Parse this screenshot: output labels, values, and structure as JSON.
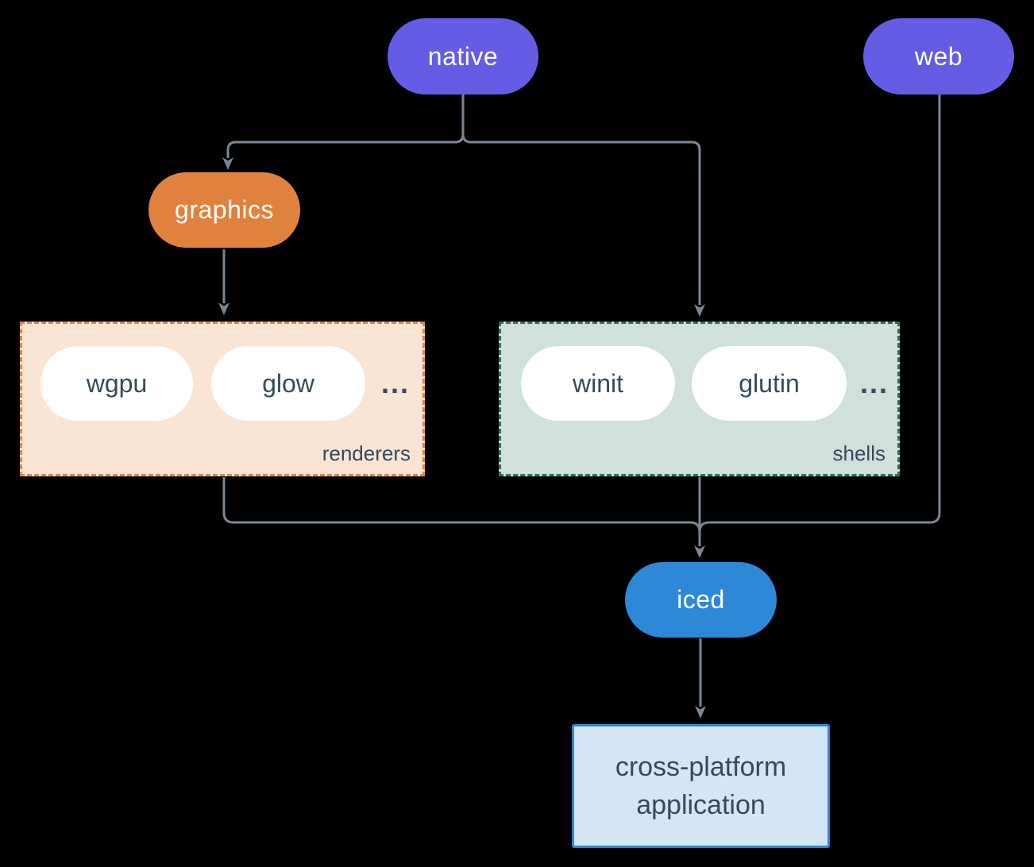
{
  "diagram": {
    "nodes": {
      "native": {
        "label": "native"
      },
      "web": {
        "label": "web"
      },
      "graphics": {
        "label": "graphics"
      },
      "iced": {
        "label": "iced"
      }
    },
    "groups": {
      "renderers": {
        "label": "renderers",
        "items": [
          "wgpu",
          "glow"
        ],
        "ellipsis": "..."
      },
      "shells": {
        "label": "shells",
        "items": [
          "winit",
          "glutin"
        ],
        "ellipsis": "..."
      }
    },
    "app": {
      "label_line1": "cross-platform",
      "label_line2": "application"
    },
    "colors": {
      "background": "#000000",
      "purple": "#655ce6",
      "orange": "#e0823d",
      "blue": "#2e88d8",
      "line": "#7b8794",
      "renderers_bg": "#fae4d4",
      "renderers_border": "#e0873f",
      "shells_bg": "#d0e0da",
      "shells_border": "#2e7265",
      "app_bg": "#d5e5f6",
      "app_border": "#2f86d6",
      "dark_text": "#354a5e",
      "light_text": "#ffffff"
    }
  }
}
